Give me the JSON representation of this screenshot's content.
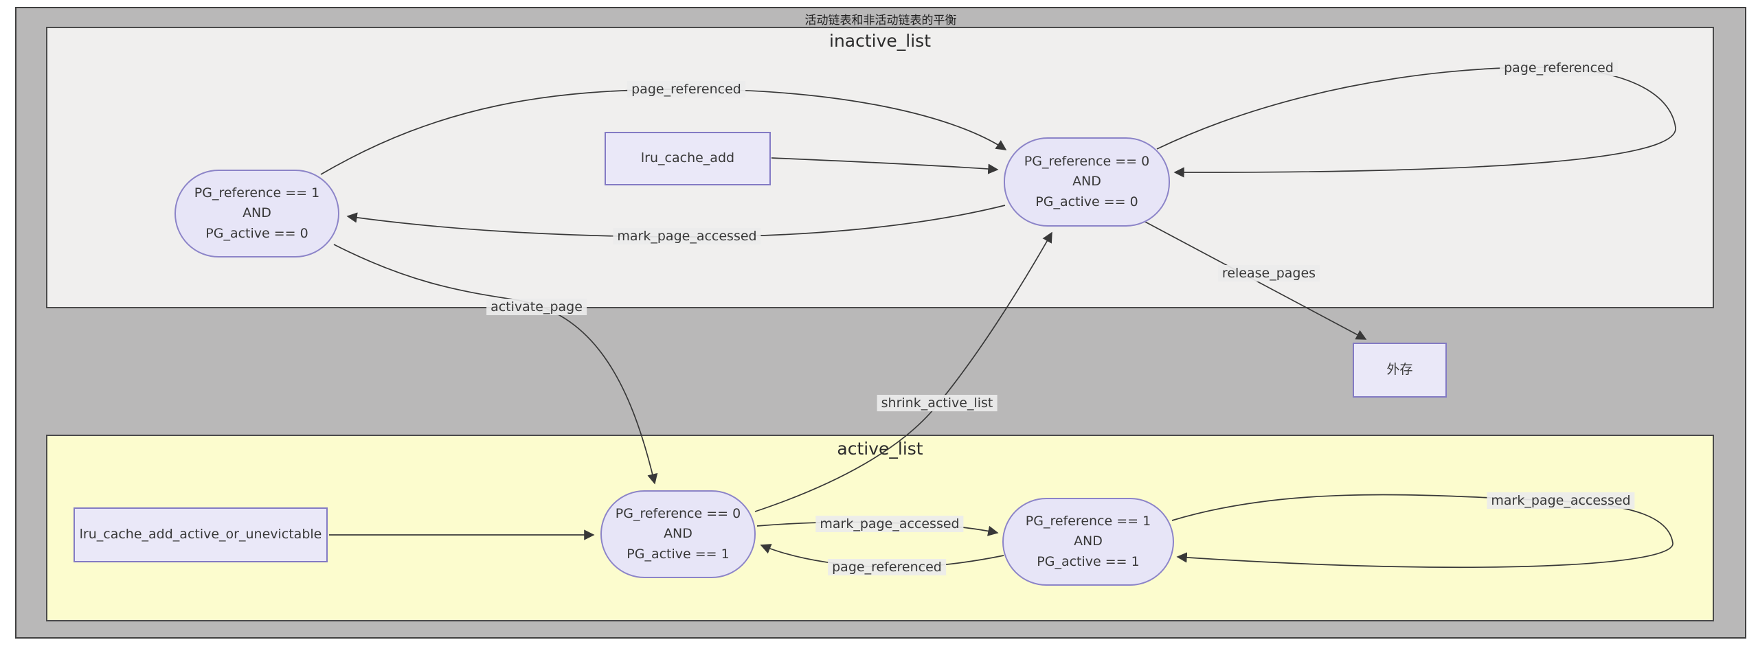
{
  "title": "活动链表和非活动链表的平衡",
  "colors": {
    "outer_background": "#b9b8b8",
    "inactive_cluster_fill": "#f0efee",
    "active_cluster_fill": "#fcfcce",
    "node_fill": "#e7e5f7",
    "node_border": "#8c84c8",
    "edge_stroke": "#383838"
  },
  "clusters": {
    "inactive": {
      "label": "inactive_list"
    },
    "active": {
      "label": "active_list"
    }
  },
  "nodes": {
    "pg_r1_a0": {
      "label": "PG_reference == 1\nAND\nPG_active == 0",
      "shape": "stadium"
    },
    "lru_cache_add": {
      "label": "lru_cache_add",
      "shape": "rect"
    },
    "pg_r0_a0": {
      "label": "PG_reference == 0\nAND\nPG_active == 0",
      "shape": "stadium"
    },
    "external_storage": {
      "label": "外存",
      "shape": "rect"
    },
    "lru_cache_add_active_or_unevictable": {
      "label": "lru_cache_add_active_or_unevictable",
      "shape": "rect"
    },
    "pg_r0_a1": {
      "label": "PG_reference == 0\nAND\nPG_active == 1",
      "shape": "stadium"
    },
    "pg_r1_a1": {
      "label": "PG_reference == 1\nAND\nPG_active == 1",
      "shape": "stadium"
    }
  },
  "edges": [
    {
      "from": "pg_r1_a0",
      "to": "pg_r0_a0",
      "label": "page_referenced"
    },
    {
      "from": "lru_cache_add",
      "to": "pg_r0_a0",
      "label": ""
    },
    {
      "from": "pg_r0_a0",
      "to": "pg_r1_a0",
      "label": "mark_page_accessed"
    },
    {
      "from": "pg_r0_a0",
      "to": "pg_r0_a0",
      "label": "page_referenced"
    },
    {
      "from": "pg_r0_a0",
      "to": "external_storage",
      "label": "release_pages"
    },
    {
      "from": "pg_r1_a0",
      "to": "pg_r0_a1",
      "label": "activate_page"
    },
    {
      "from": "pg_r0_a1",
      "to": "pg_r0_a0",
      "label": "shrink_active_list"
    },
    {
      "from": "lru_cache_add_active_or_unevictable",
      "to": "pg_r0_a1",
      "label": ""
    },
    {
      "from": "pg_r0_a1",
      "to": "pg_r1_a1",
      "label": "mark_page_accessed"
    },
    {
      "from": "pg_r1_a1",
      "to": "pg_r0_a1",
      "label": "page_referenced"
    },
    {
      "from": "pg_r1_a1",
      "to": "pg_r1_a1",
      "label": "mark_page_accessed"
    }
  ]
}
